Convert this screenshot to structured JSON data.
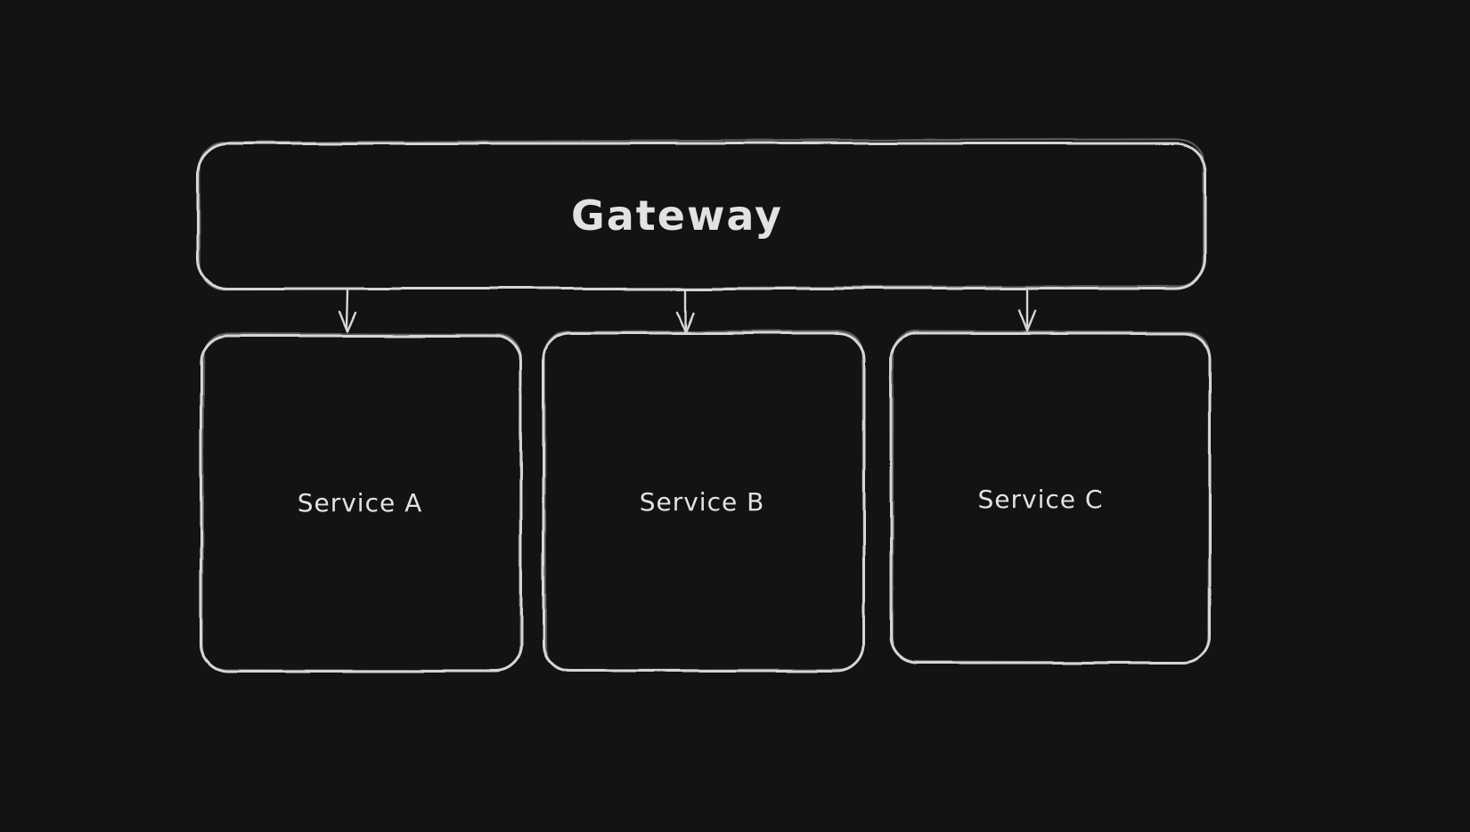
{
  "diagram": {
    "background_color": "#131313",
    "stroke_color": "#d6d6d6",
    "text_color": "#e2e2e2",
    "style": "hand-drawn-whiteboard",
    "nodes": [
      {
        "id": "gateway",
        "label": "Gateway"
      },
      {
        "id": "service-a",
        "label": "Service A"
      },
      {
        "id": "service-b",
        "label": "Service B"
      },
      {
        "id": "service-c",
        "label": "Service C"
      }
    ],
    "edges": [
      {
        "from": "Gateway",
        "to": "Service A",
        "type": "arrow-down"
      },
      {
        "from": "Gateway",
        "to": "Service B",
        "type": "arrow-down"
      },
      {
        "from": "Gateway",
        "to": "Service C",
        "type": "arrow-down"
      }
    ]
  }
}
